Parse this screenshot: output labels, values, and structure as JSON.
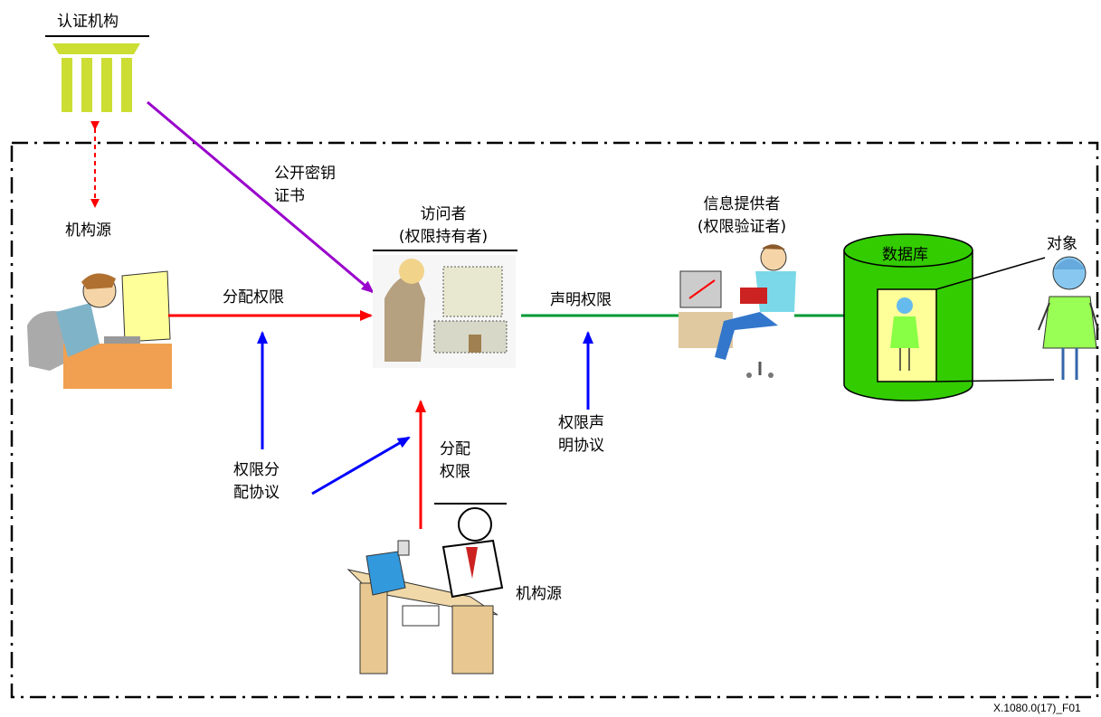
{
  "labels": {
    "ca": "认证机构",
    "pubkey_line1": "公开密钥",
    "pubkey_line2": "证书",
    "soa_left": "机构源",
    "assign_top": "分配权限",
    "accessor_line1": "访问者",
    "accessor_line2": "(权限持有者)",
    "assert": "声明权限",
    "provider_line1": "信息提供者",
    "provider_line2": "(权限验证者)",
    "database": "数据库",
    "object": "对象",
    "assign_proto_line1": "权限分",
    "assign_proto_line2": "配协议",
    "assign_bottom_line1": "分配",
    "assign_bottom_line2": "权限",
    "assert_proto_line1": "权限声",
    "assert_proto_line2": "明协议",
    "soa_bottom": "机构源",
    "figure_id": "X.1080.0(17)_F01"
  },
  "colors": {
    "red": "#ff0000",
    "purple": "#9900cc",
    "blue": "#0000ff",
    "green": "#009933",
    "db_green": "#33cc00",
    "building": "#ccdd33",
    "border": "#000000"
  }
}
